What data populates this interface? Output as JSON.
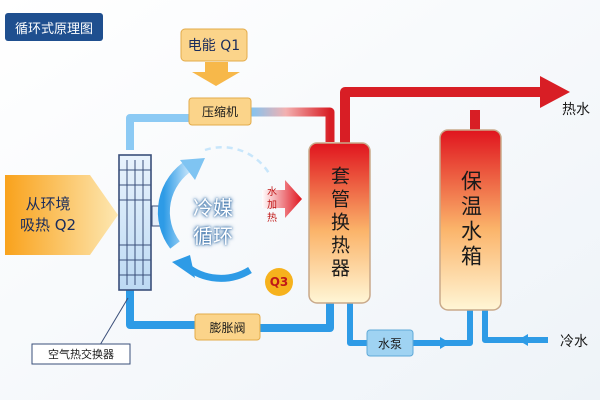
{
  "title": "循环式原理图",
  "power_input": "电能 Q1",
  "compressor": "压缩机",
  "expansion_valve": "膨胀阀",
  "heat_source": "从环境\n吸热 Q2",
  "refrigerant_cycle": "冷媒\n循环",
  "water_heating": "水\n加\n热",
  "q3": "Q3",
  "tube_exchanger": "套管换热器",
  "storage_tank": "保温水箱",
  "water_pump": "水泵",
  "hot_water": "热水",
  "cold_water": "冷水",
  "air_exchanger": "空气热交换器",
  "colors": {
    "hot": "#d81e25",
    "cold": "#2e9be6",
    "label_box": "#fbd48a",
    "title_bg": "#1f4f8f"
  }
}
